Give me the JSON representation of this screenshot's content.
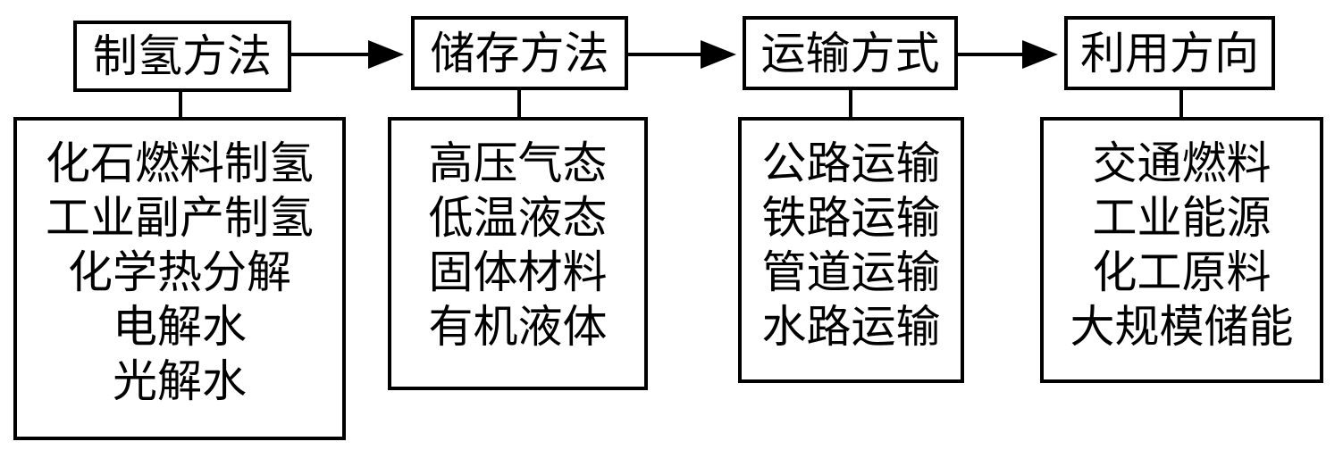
{
  "stages": [
    {
      "title": "制氢方法",
      "items": [
        "化石燃料制氢",
        "工业副产制氢",
        "化学热分解",
        "电解水",
        "光解水"
      ]
    },
    {
      "title": "储存方法",
      "items": [
        "高压气态",
        "低温液态",
        "固体材料",
        "有机液体"
      ]
    },
    {
      "title": "运输方式",
      "items": [
        "公路运输",
        "铁路运输",
        "管道运输",
        "水路运输"
      ]
    },
    {
      "title": "利用方向",
      "items": [
        "交通燃料",
        "工业能源",
        "化工原料",
        "大规模储能"
      ]
    }
  ],
  "colors": {
    "line": "#000000",
    "background": "#ffffff"
  }
}
